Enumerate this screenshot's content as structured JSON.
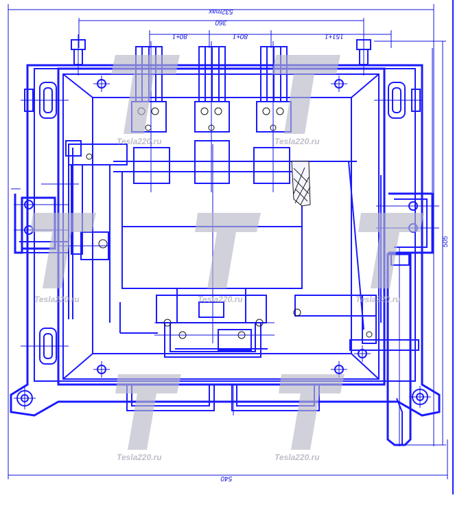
{
  "dimensions": {
    "top_overall": "532max",
    "top_span": "360",
    "pole_pitch_left": "80±1",
    "pole_pitch_right": "80±1",
    "pole_offset_right": "151±1",
    "height_right": "505",
    "bottom_overall": "540"
  },
  "watermark": {
    "text": "Tesla220.ru",
    "color": "#a8a8b8"
  },
  "colors": {
    "line": "#1a1aff",
    "thin_line": "#1010e0",
    "black_detail": "#111111",
    "background": "#ffffff"
  }
}
